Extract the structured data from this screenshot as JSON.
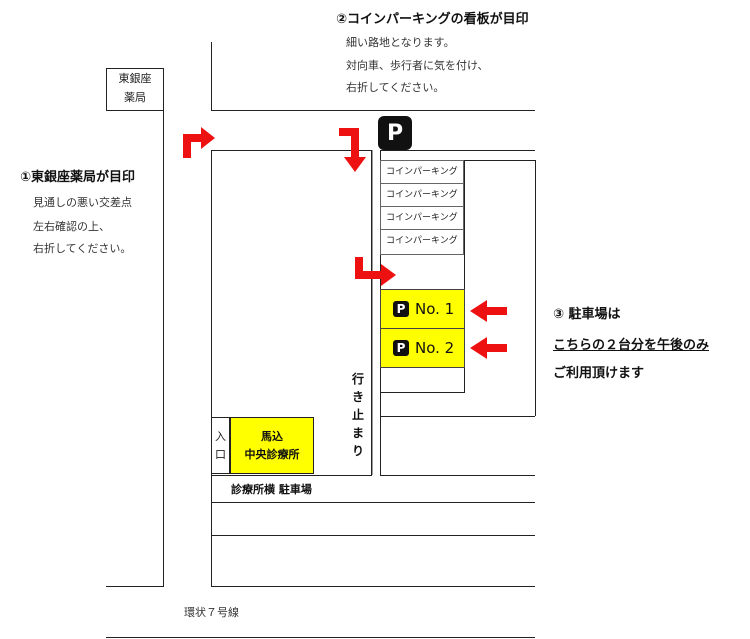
{
  "labels": {
    "ginza_pharmacy": [
      "東銀座",
      "薬局"
    ],
    "step1_heading": "①東銀座薬局が目印",
    "step1_lines": [
      "見通しの悪い交差点",
      "左右確認の上、",
      "右折してください。"
    ],
    "step2_heading": "②コインパーキングの看板が目印",
    "step2_lines": [
      "細い路地となります。",
      "対向車、歩行者に気を付け、",
      "右折してください。"
    ],
    "coin_parking": [
      "コインパーキング",
      "コインパーキング",
      "コインパーキング",
      "コインパーキング"
    ],
    "p_sign": "P",
    "slot1_p": "P",
    "slot1": "No. 1",
    "slot2_p": "P",
    "slot2": "No. 2",
    "dead_end": [
      "行",
      "き",
      "止",
      "ま",
      "り"
    ],
    "entrance": [
      "入",
      "口"
    ],
    "clinic": [
      "馬込",
      "中央診療所"
    ],
    "clinic_parking": "診療所横 駐車場",
    "step3_lines": [
      "③ 駐車場は",
      "こちらの２台分を午後のみ",
      "ご利用頂けます"
    ],
    "road_name": "環状７号線"
  },
  "colors": {
    "arrow": "#ee1111",
    "highlight": "#ffff00",
    "line": "#222222"
  }
}
